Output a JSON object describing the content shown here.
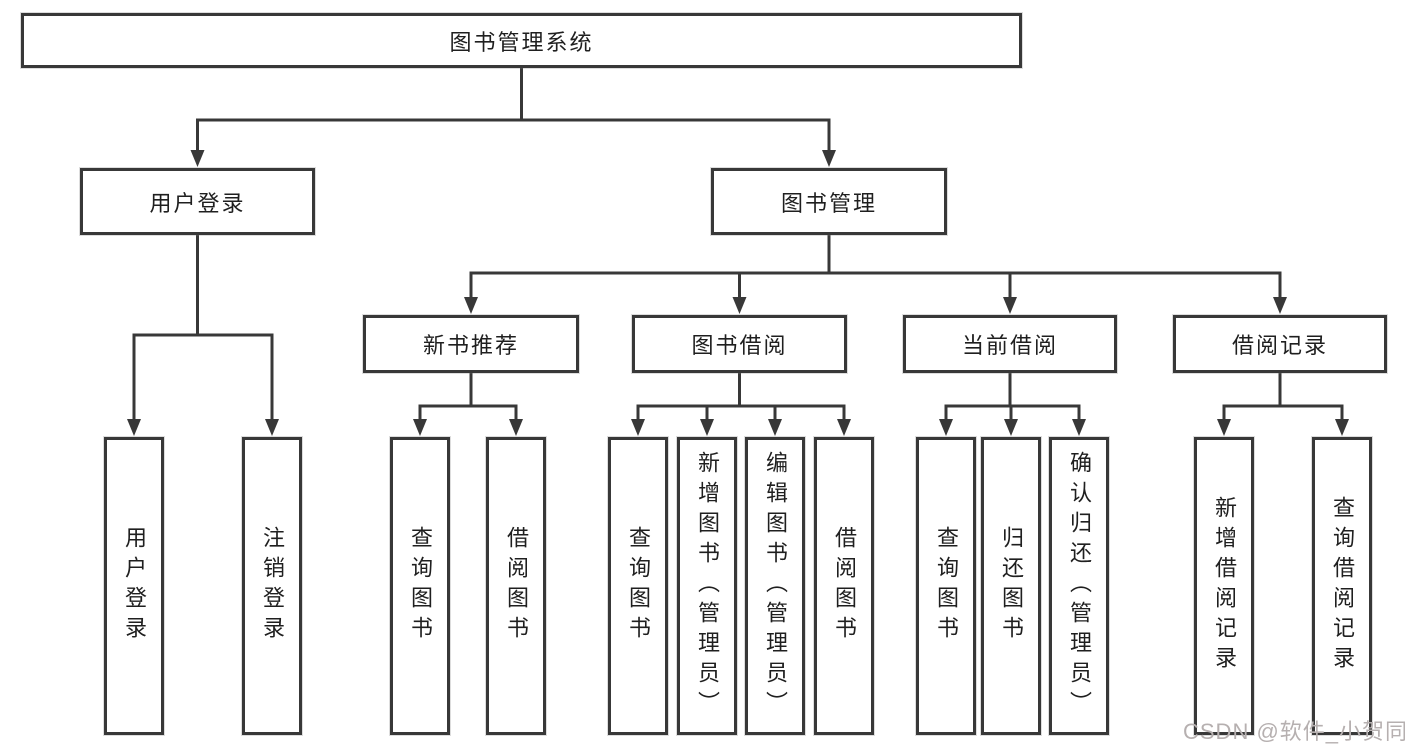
{
  "diagram": {
    "line_color": "#383838",
    "box_background": "#ffffff",
    "text_color": "#1f1f1f",
    "edges": [
      {
        "from": "root",
        "to": [
          "user_login",
          "book_mgmt"
        ]
      },
      {
        "from": "user_login",
        "to": [
          "leaf_user_login",
          "leaf_logout"
        ]
      },
      {
        "from": "book_mgmt",
        "to": [
          "new_book_rec",
          "book_borrow",
          "current_borrow",
          "borrow_records"
        ]
      },
      {
        "from": "new_book_rec",
        "to": [
          "rec_query_books",
          "rec_borrow_books"
        ]
      },
      {
        "from": "book_borrow",
        "to": [
          "bb_query_books",
          "bb_add_books",
          "bb_edit_books",
          "bb_borrow_books"
        ]
      },
      {
        "from": "current_borrow",
        "to": [
          "cb_query_books",
          "cb_return_books",
          "cb_confirm_return"
        ]
      },
      {
        "from": "borrow_records",
        "to": [
          "br_add_record",
          "br_query_record"
        ]
      }
    ]
  },
  "nodes": {
    "root": {
      "label": "图书管理系统"
    },
    "user_login": {
      "label": "用户登录"
    },
    "book_mgmt": {
      "label": "图书管理"
    },
    "new_book_rec": {
      "label": "新书推荐"
    },
    "book_borrow": {
      "label": "图书借阅"
    },
    "current_borrow": {
      "label": "当前借阅"
    },
    "borrow_records": {
      "label": "借阅记录"
    },
    "leaf_user_login": {
      "label": "用户登录"
    },
    "leaf_logout": {
      "label": "注销登录"
    },
    "rec_query_books": {
      "label": "查询图书"
    },
    "rec_borrow_books": {
      "label": "借阅图书"
    },
    "bb_query_books": {
      "label": "查询图书"
    },
    "bb_add_books": {
      "label": "新增图书（管理员）"
    },
    "bb_edit_books": {
      "label": "编辑图书（管理员）"
    },
    "bb_borrow_books": {
      "label": "借阅图书"
    },
    "cb_query_books": {
      "label": "查询图书"
    },
    "cb_return_books": {
      "label": "归还图书"
    },
    "cb_confirm_return": {
      "label": "确认归还（管理员）"
    },
    "br_add_record": {
      "label": "新增借阅记录"
    },
    "br_query_record": {
      "label": "查询借阅记录"
    }
  },
  "watermark": {
    "text": "CSDN @软件_小贺同学",
    "color": "#b6b0b0"
  }
}
